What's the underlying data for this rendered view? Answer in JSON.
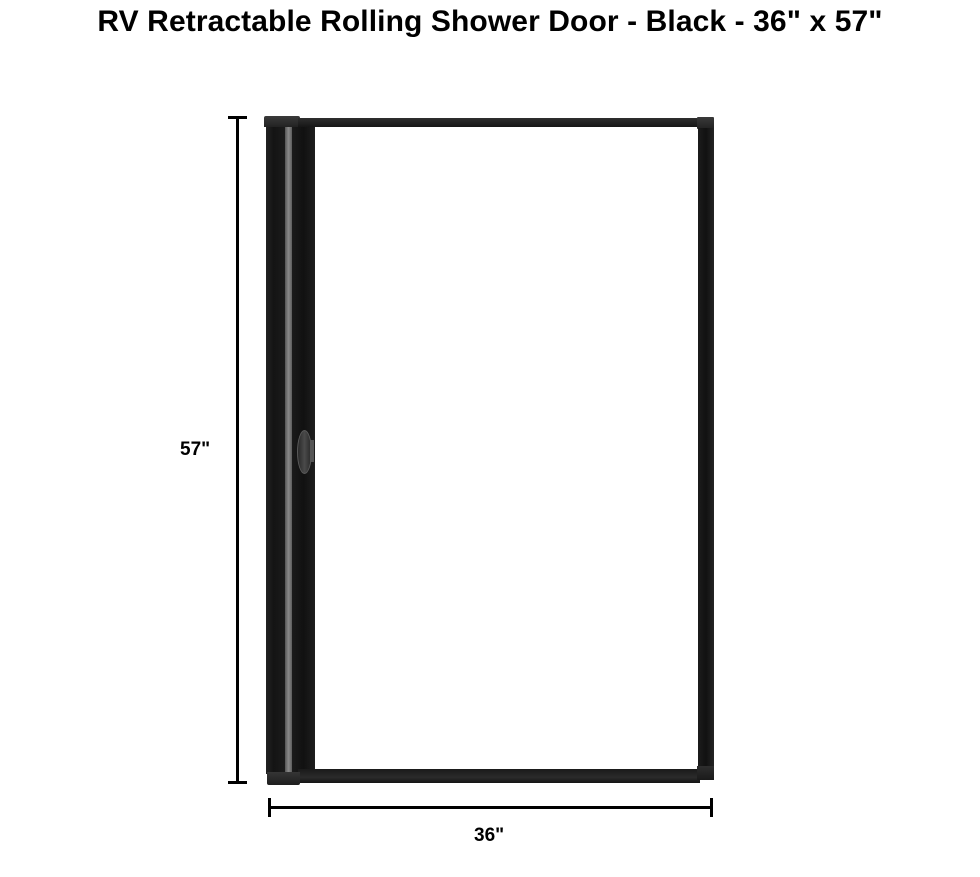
{
  "title": "RV Retractable Rolling Shower Door - Black - 36\" x 57\"",
  "dimensions": {
    "height_label": "57\"",
    "width_label": "36\""
  },
  "product": {
    "name": "RV Retractable Rolling Shower Door",
    "color": "Black",
    "frame_color": "#1c1c1c",
    "accent_strip_color": "#6a6a6a"
  }
}
